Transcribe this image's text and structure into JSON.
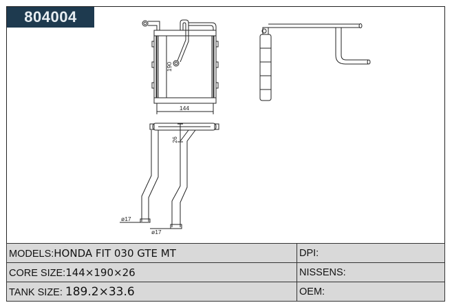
{
  "part_number": "804004",
  "dimensions": {
    "core_height": "190",
    "core_width": "144",
    "pipe_height": "26",
    "pipe_dia_left": "ø17",
    "pipe_dia_right": "ø17"
  },
  "spec_rows": [
    {
      "label": "MODELS:",
      "value": "HONDA FIT 030 GTE MT",
      "right_label": "DPI:"
    },
    {
      "label": "CORE SIZE:",
      "value": "144×190×26",
      "right_label": "NISSENS:"
    },
    {
      "label": "TANK SIZE: ",
      "value": "189.2×33.6",
      "right_label": "OEM:"
    }
  ],
  "colors": {
    "badge_bg": "#1e3a4f",
    "table_bg": "#d9d9d9",
    "line": "#222222"
  }
}
